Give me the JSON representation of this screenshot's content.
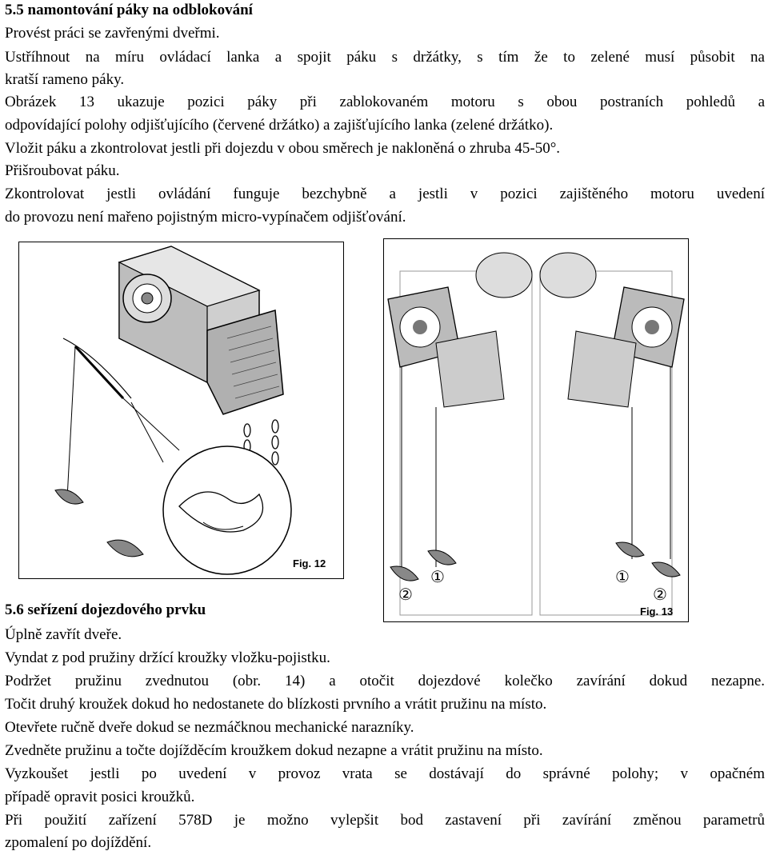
{
  "section_55": {
    "heading": "5.5  namontování páky na odblokování",
    "lines": [
      "Provést práci se zavřenými dveřmi.",
      "Ustříhnout na míru ovládací lanka a spojit páku s držátky, s tím že to zelené musí působit na",
      "kratší rameno páky.",
      "Obrázek 13 ukazuje pozici páky při zablokovaném motoru s obou postraních pohledů a",
      "odpovídající polohy odjišťujícího (červené držátko) a zajišťujícího lanka (zelené držátko).",
      "Vložit páku a zkontrolovat jestli při dojezdu v obou směrech je nakloněná o zhruba 45-50°.",
      "Přišroubovat páku.",
      "Zkontrolovat jestli ovládání funguje bezchybně a jestli v pozici zajištěného motoru uvedení",
      "do provozu není mařeno pojistným micro-vypínačem odjišťování."
    ]
  },
  "figures": {
    "fig12_label": "Fig. 12",
    "fig13_label": "Fig. 13",
    "marker_1": "①",
    "marker_2": "②"
  },
  "section_56": {
    "heading": "5.6  seřízení dojezdového prvku",
    "lines": [
      "Úplně zavřít dveře.",
      "Vyndat z pod pružiny držící kroužky vložku-pojistku.",
      "Podržet pružinu zvednutou (obr. 14) a otočit dojezdové kolečko zavírání dokud nezapne.",
      "Točit druhý kroužek dokud ho nedostanete do blízkosti prvního a vrátit pružinu na místo.",
      "Otevřete ručně dveře dokud se nezmáčknou mechanické narazníky.",
      "Zvedněte pružinu a točte dojížděcím kroužkem dokud nezapne a vrátit pružinu na místo.",
      "Vyzkoušet jestli po uvedení v provoz vrata se dostávají do správné polohy; v opačném",
      "případě opravit posici kroužků.",
      "Při použití zařízení 578D je možno vylepšit bod zastavení při zavírání změnou parametrů",
      "zpomalení po dojíždění."
    ]
  }
}
